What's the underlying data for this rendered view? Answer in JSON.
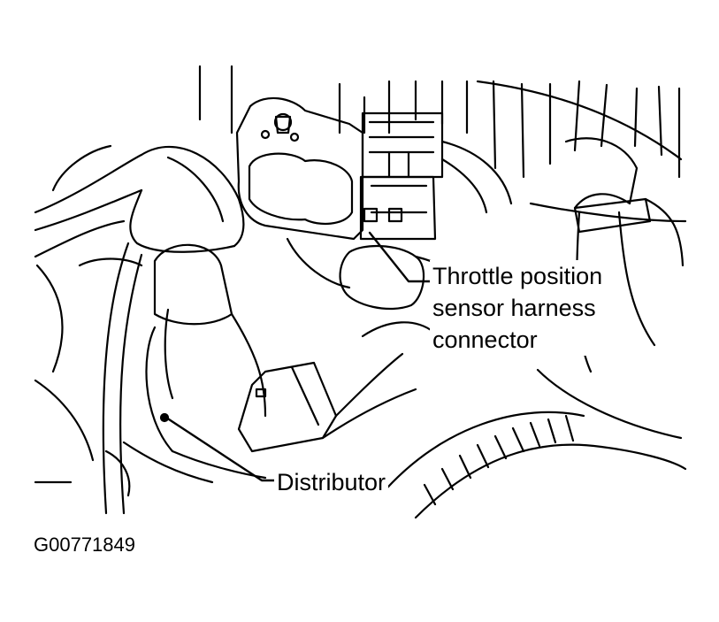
{
  "callouts": {
    "throttle_position_sensor_connector": {
      "lines": [
        "Throttle position",
        "sensor harness",
        "connector"
      ]
    },
    "distributor": "Distributor"
  },
  "figure_id": "G00771849"
}
